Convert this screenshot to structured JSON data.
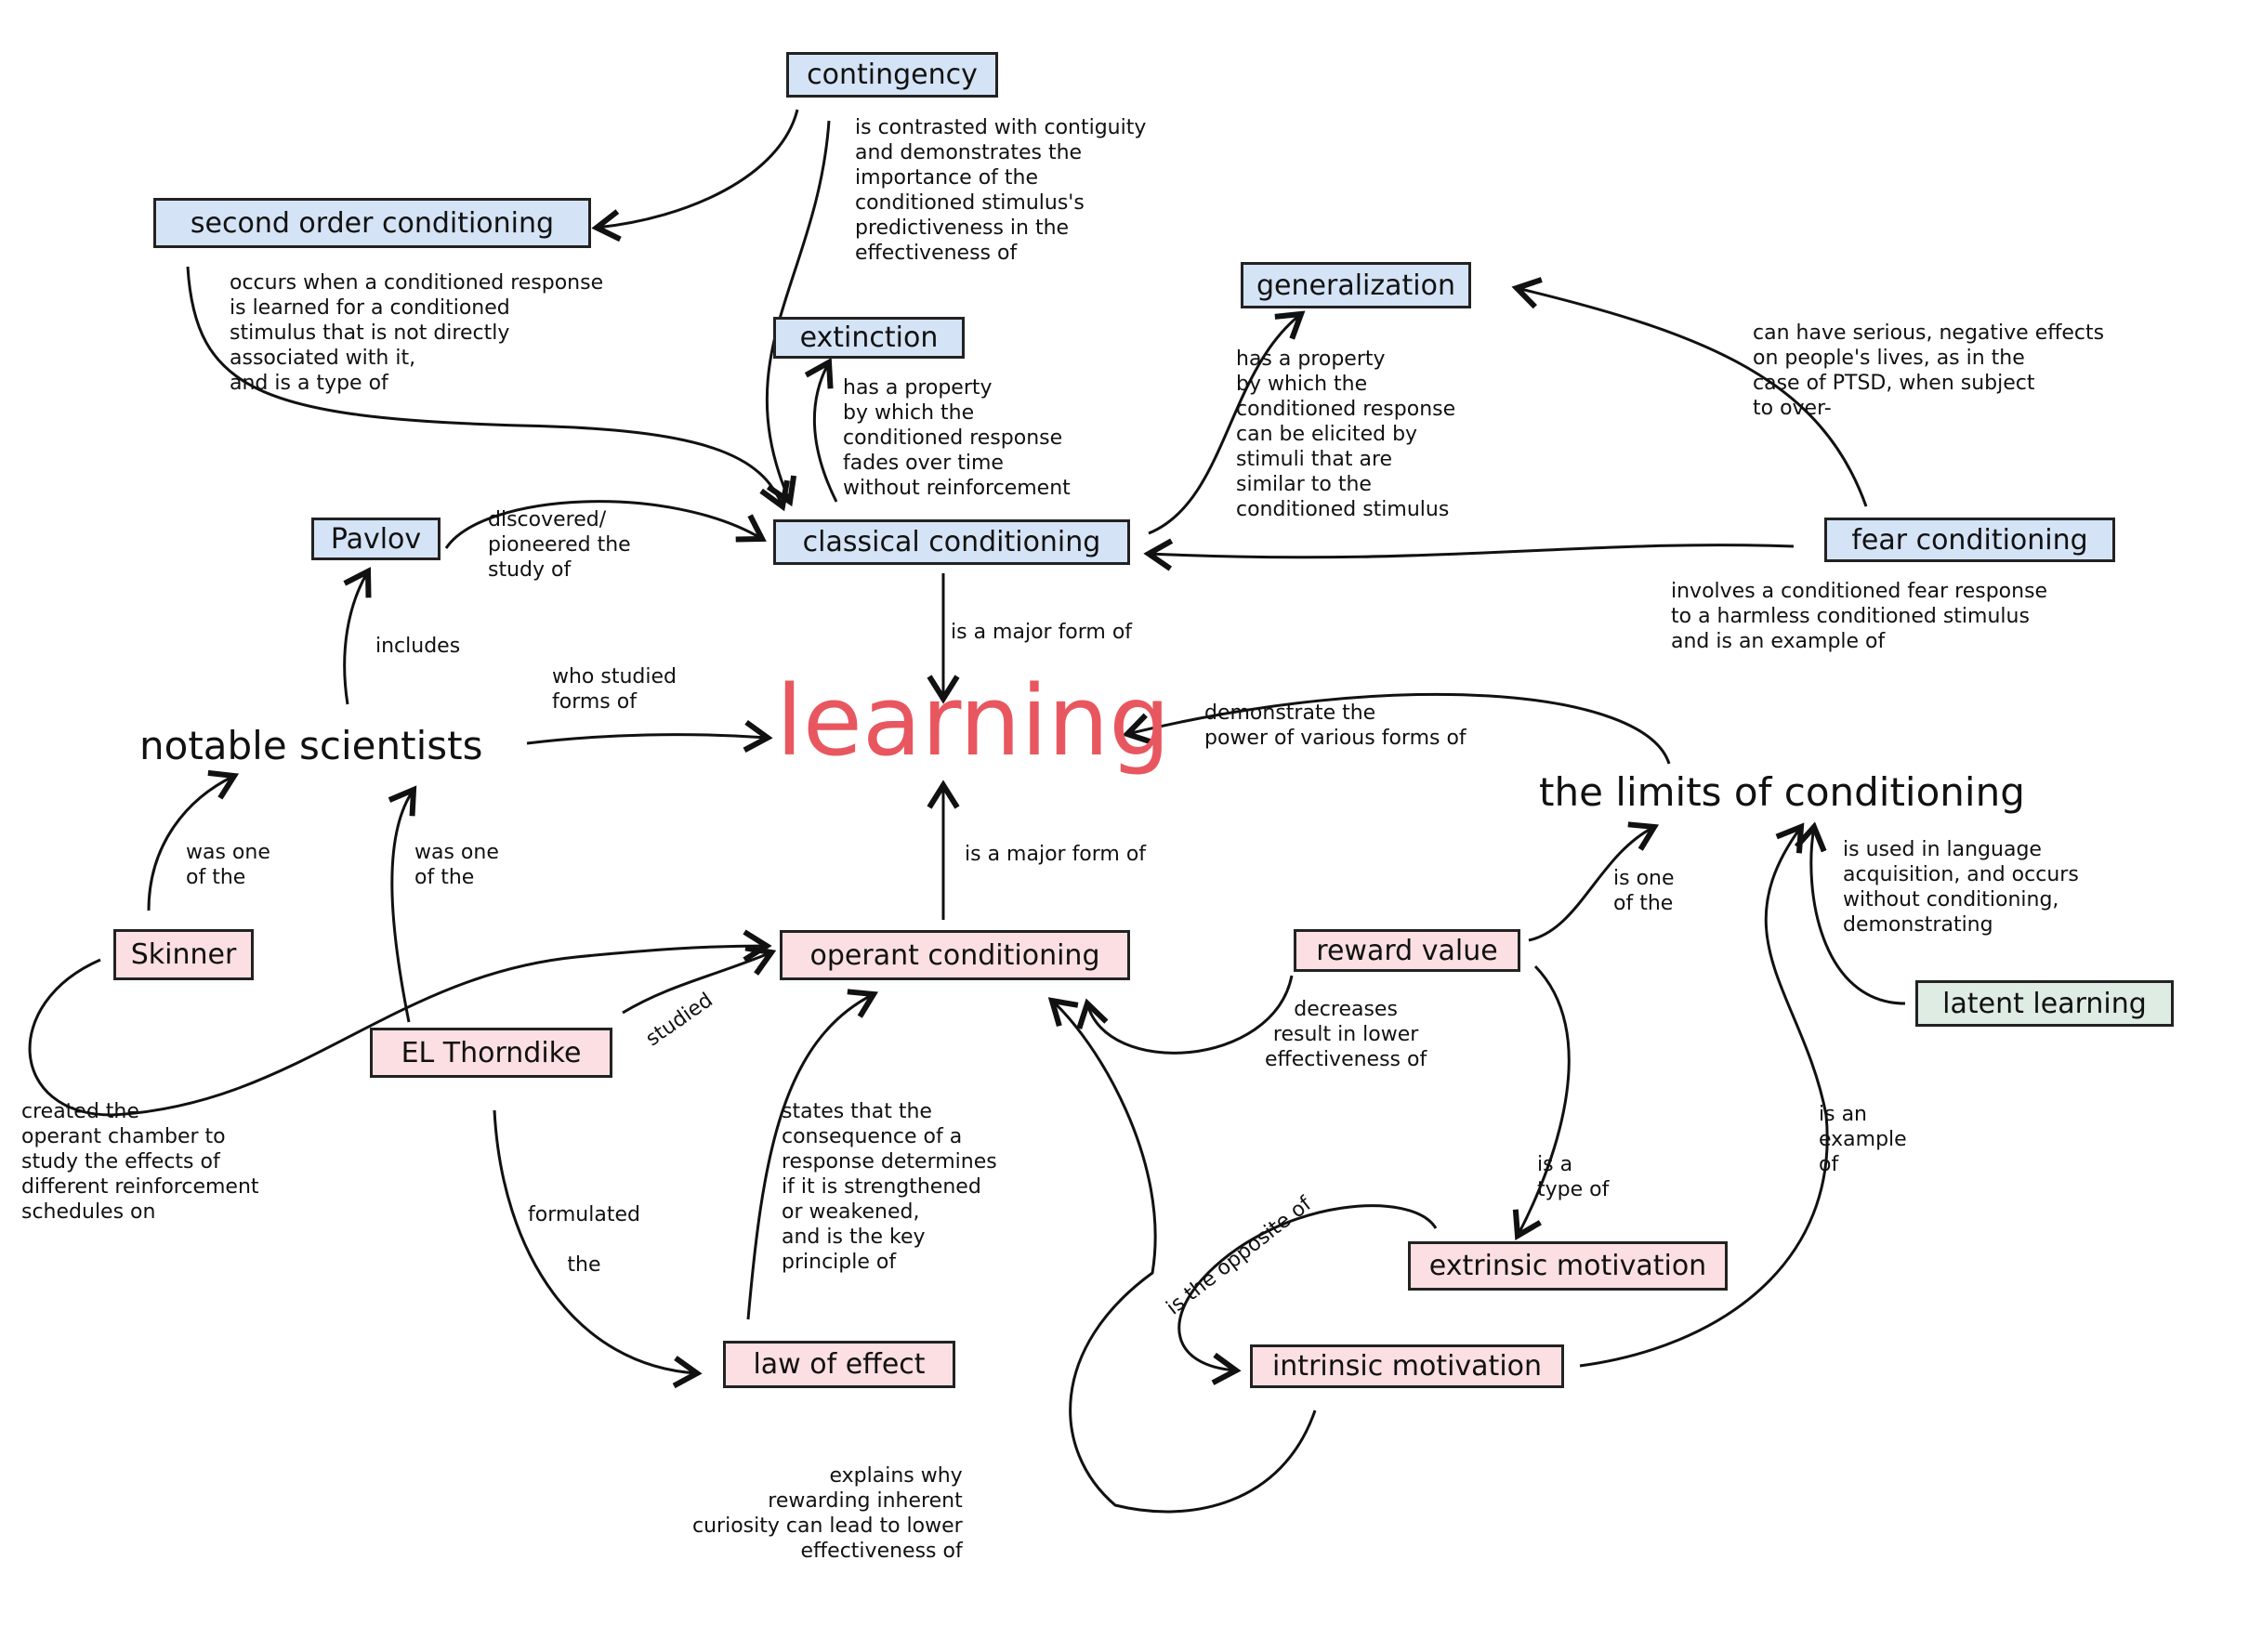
{
  "colors": {
    "blue_highlight": "#d4e3f5",
    "pink_highlight": "#fbdfe2",
    "green_highlight": "#deece3",
    "central": "#e8575f"
  },
  "nodes": {
    "contingency": "contingency",
    "second_order": "second order conditioning",
    "extinction": "extinction",
    "generalization": "generalization",
    "pavlov": "Pavlov",
    "classical": "classical conditioning",
    "fear": "fear conditioning",
    "learning": "learning",
    "notable": "notable scientists",
    "limits": "the limits of conditioning",
    "skinner": "Skinner",
    "thorndike": "EL Thorndike",
    "operant": "operant conditioning",
    "reward": "reward value",
    "latent": "latent learning",
    "extrinsic": "extrinsic motivation",
    "intrinsic": "intrinsic motivation",
    "law": "law of effect"
  },
  "links": {
    "contingency": "is contrasted with contiguity\nand demonstrates the\nimportance of the\nconditioned stimulus's\npredictiveness in the\neffectiveness of",
    "second_order": "occurs when a conditioned response\nis learned for a conditioned\nstimulus that is not directly\nassociated with it,\nand is a type of",
    "extinction": "has a property\nby which the\nconditioned response\nfades over time\nwithout reinforcement",
    "pavlov": "discovered/\npioneered the\nstudy of",
    "generalization": "has a property\nby which the\nconditioned response\ncan be elicited by\nstimuli that are\nsimilar to the\nconditioned stimulus",
    "fear_gen": "can have serious, negative effects\non people's lives, as in the\ncase of PTSD, when subject\nto over-",
    "fear_example": "involves a conditioned fear response\nto a harmless conditioned stimulus\nand is an example of",
    "classical_learning": "is a major form of",
    "includes": "includes",
    "who_studied": "who studied\nforms of",
    "demonstrate": "demonstrate the\npower of various forms of",
    "operant_learning": "is a major form of",
    "skinner_one": "was one\nof the",
    "thorndike_one": "was one\nof the",
    "reward_one": "is one\nof the",
    "latent": "is used in language\nacquisition, and occurs\nwithout conditioning,\ndemonstrating",
    "skinner_created": "created the\noperant chamber to\nstudy the effects of\ndifferent reinforcement\nschedules on",
    "studied": "studied",
    "decreases": "decreases\nresult in lower\neffectiveness of",
    "law_states": "states that the\nconsequence of a\nresponse determines\nif it is strengthened\nor weakened,\nand is the key\nprinciple of",
    "formulated": "formulated\n\nthe",
    "type_of": "is a\ntype of",
    "example_of": "is an\nexample\nof",
    "opposite": "is the opposite of",
    "explains": "explains why\nrewarding inherent\ncuriosity can lead to lower\neffectiveness of"
  }
}
